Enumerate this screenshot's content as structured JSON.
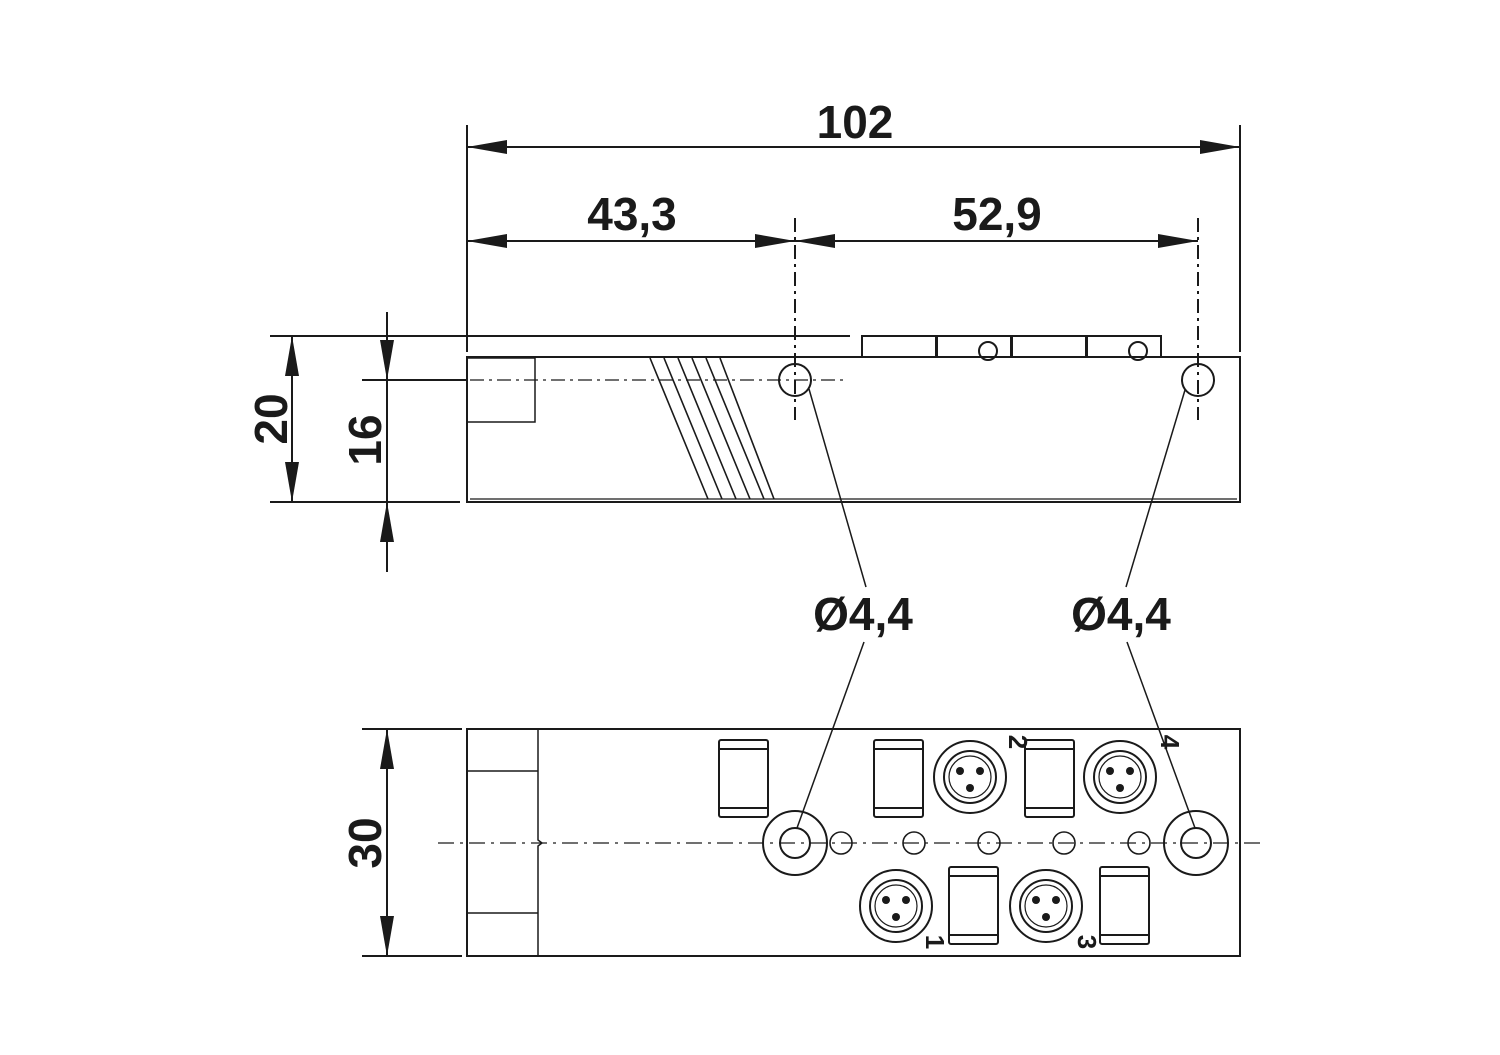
{
  "dimensions": {
    "overall_length": "102",
    "left_hole_offset": "43,3",
    "hole_spacing": "52,9",
    "total_height": "20",
    "body_height": "16",
    "width": "30",
    "hole_diameter_left": "Ø4,4",
    "hole_diameter_right": "Ø4,4"
  },
  "ports": {
    "port_1": "1",
    "port_2": "2",
    "port_3": "3",
    "port_4": "4"
  },
  "colors": {
    "line": "#1a1a1a",
    "background": "#ffffff"
  }
}
